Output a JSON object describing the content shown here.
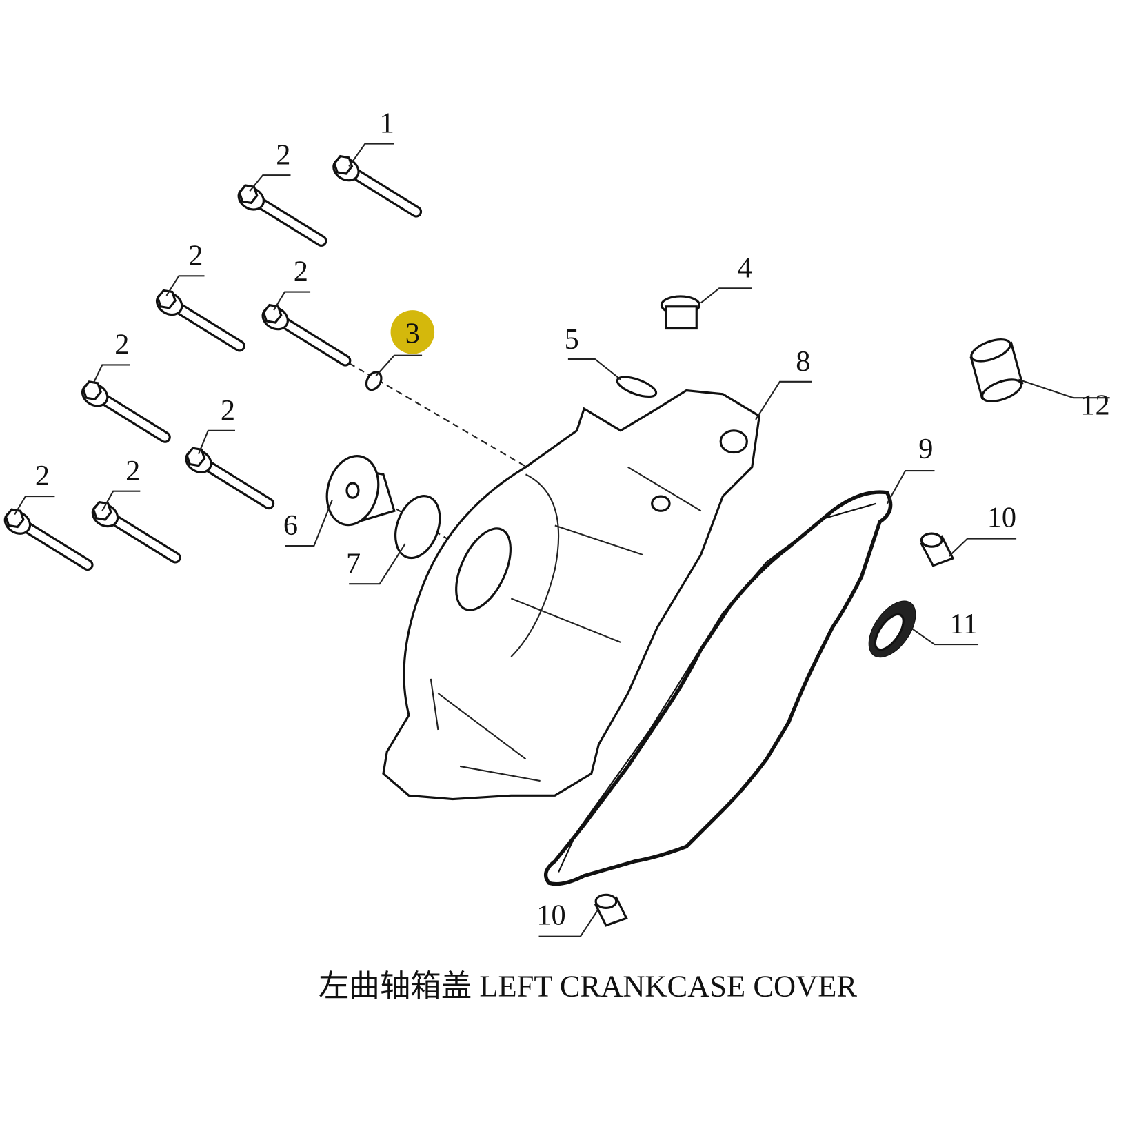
{
  "diagram": {
    "caption": "左曲轴箱盖 LEFT CRANKCASE COVER",
    "highlight_color": "#d4b80c",
    "highlighted_part": "3",
    "callouts": [
      {
        "id": "c1",
        "label": "1"
      },
      {
        "id": "c2a",
        "label": "2"
      },
      {
        "id": "c2b",
        "label": "2"
      },
      {
        "id": "c2c",
        "label": "2"
      },
      {
        "id": "c2d",
        "label": "2"
      },
      {
        "id": "c2e",
        "label": "2"
      },
      {
        "id": "c2f",
        "label": "2"
      },
      {
        "id": "c2g",
        "label": "2"
      },
      {
        "id": "c3",
        "label": "3"
      },
      {
        "id": "c4",
        "label": "4"
      },
      {
        "id": "c5",
        "label": "5"
      },
      {
        "id": "c6",
        "label": "6"
      },
      {
        "id": "c7",
        "label": "7"
      },
      {
        "id": "c8",
        "label": "8"
      },
      {
        "id": "c9",
        "label": "9"
      },
      {
        "id": "c10a",
        "label": "10"
      },
      {
        "id": "c10b",
        "label": "10"
      },
      {
        "id": "c11",
        "label": "11"
      },
      {
        "id": "c12",
        "label": "12"
      }
    ]
  }
}
